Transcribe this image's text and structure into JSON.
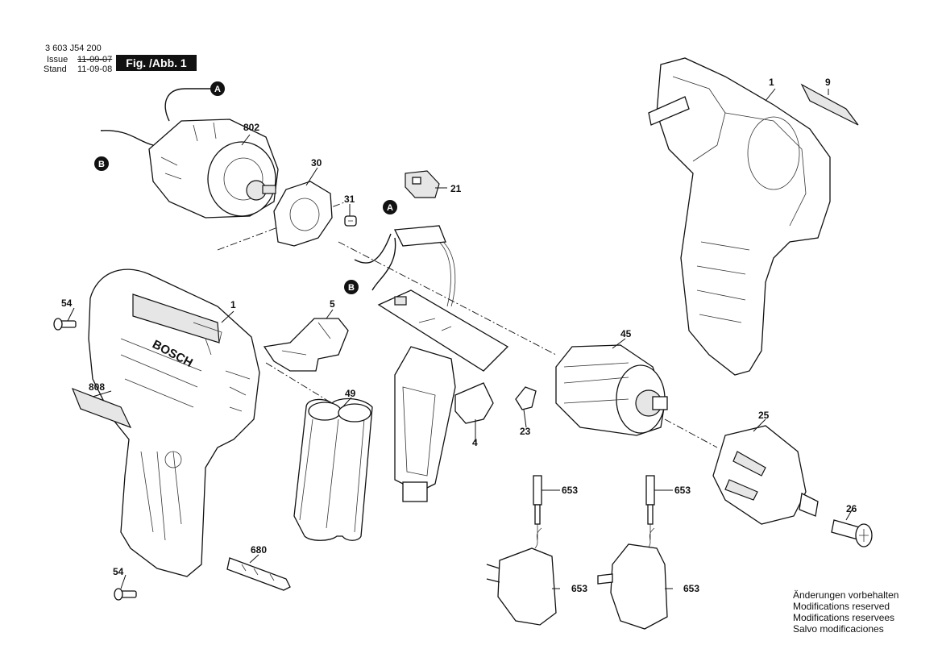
{
  "header": {
    "part_number": "3 603 J54 200",
    "issue_label": "Issue",
    "issue_date": "11-09-07",
    "stand_label": "Stand",
    "stand_date": "11-09-08",
    "figure_title": "Fig. /Abb. 1"
  },
  "callouts": {
    "c1_right": "1",
    "c9": "9",
    "c802": "802",
    "c30": "30",
    "c31": "31",
    "c21": "21",
    "c54_top": "54",
    "c1_left": "1",
    "c5": "5",
    "c45": "45",
    "c808": "808",
    "c49": "49",
    "c4": "4",
    "c23": "23",
    "c25": "25",
    "c653_a": "653",
    "c653_b": "653",
    "c26": "26",
    "c680": "680",
    "c54_bottom": "54",
    "c653_c": "653",
    "c653_d": "653"
  },
  "connectors": {
    "a_top": "A",
    "b_left": "B",
    "a_board": "A",
    "b_board": "B"
  },
  "brand_text": "BOSCH",
  "notes": [
    "Änderungen vorbehalten",
    "Modifications reserved",
    "Modifications reservees",
    "Salvo modificaciones"
  ]
}
